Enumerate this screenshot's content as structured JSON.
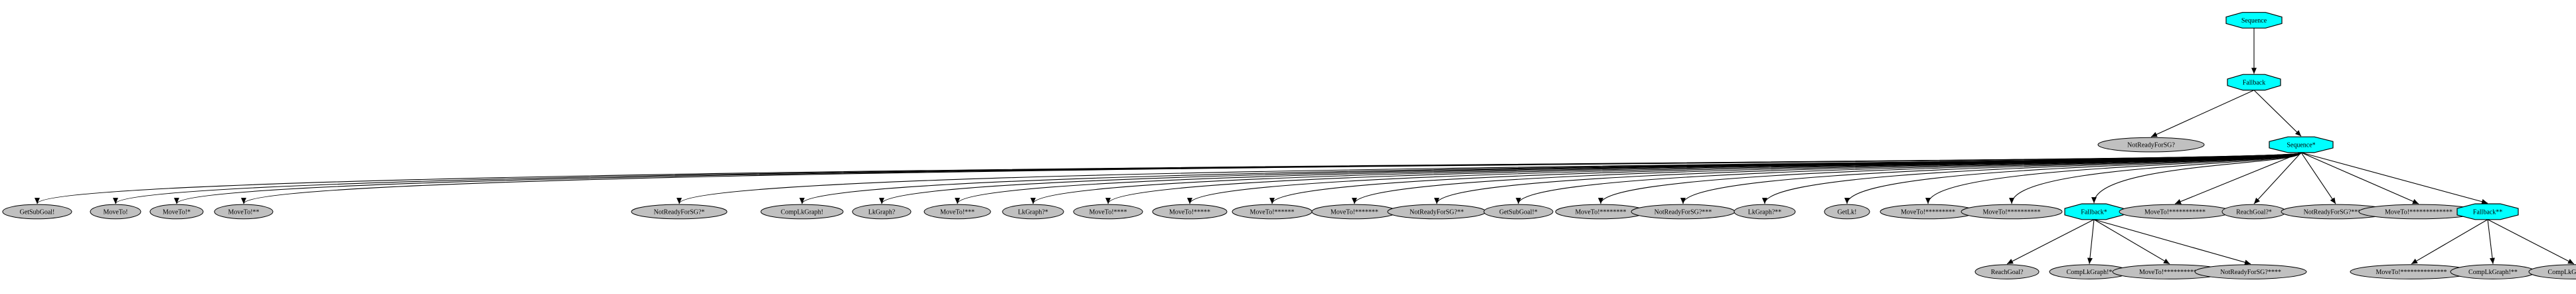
{
  "colors": {
    "control": "#00ffff",
    "leaf": "#c0c0c0",
    "stroke": "#000000",
    "background": "#ffffff"
  },
  "nodes": [
    {
      "id": "n0",
      "label": "Sequence",
      "kind": "control"
    },
    {
      "id": "n1",
      "label": "Fallback",
      "kind": "control"
    },
    {
      "id": "n2",
      "label": "NotReadyForSG?",
      "kind": "leaf"
    },
    {
      "id": "n3",
      "label": "Sequence*",
      "kind": "control"
    },
    {
      "id": "l0",
      "label": "GetSubGoal!",
      "kind": "leaf"
    },
    {
      "id": "l1",
      "label": "MoveTo!",
      "kind": "leaf"
    },
    {
      "id": "l2",
      "label": "MoveTo!*",
      "kind": "leaf"
    },
    {
      "id": "l3",
      "label": "MoveTo!**",
      "kind": "leaf"
    },
    {
      "id": "l4",
      "label": "NotReadyForSG?*",
      "kind": "leaf"
    },
    {
      "id": "l5",
      "label": "CompLkGraph!",
      "kind": "leaf"
    },
    {
      "id": "l6",
      "label": "LkGraph?",
      "kind": "leaf"
    },
    {
      "id": "l7",
      "label": "MoveTo!***",
      "kind": "leaf"
    },
    {
      "id": "l8",
      "label": "LkGraph?*",
      "kind": "leaf"
    },
    {
      "id": "l9",
      "label": "MoveTo!****",
      "kind": "leaf"
    },
    {
      "id": "l10",
      "label": "MoveTo!*****",
      "kind": "leaf"
    },
    {
      "id": "l11",
      "label": "MoveTo!******",
      "kind": "leaf"
    },
    {
      "id": "l12",
      "label": "MoveTo!*******",
      "kind": "leaf"
    },
    {
      "id": "l13",
      "label": "NotReadyForSG?**",
      "kind": "leaf"
    },
    {
      "id": "l14",
      "label": "GetSubGoal!*",
      "kind": "leaf"
    },
    {
      "id": "l15",
      "label": "MoveTo!********",
      "kind": "leaf"
    },
    {
      "id": "l16",
      "label": "NotReadyForSG?***",
      "kind": "leaf"
    },
    {
      "id": "l17",
      "label": "LkGraph?**",
      "kind": "leaf"
    },
    {
      "id": "l18",
      "label": "GetLk!",
      "kind": "leaf"
    },
    {
      "id": "l19",
      "label": "MoveTo!*********",
      "kind": "leaf"
    },
    {
      "id": "l20",
      "label": "MoveTo!**********",
      "kind": "leaf"
    },
    {
      "id": "f1",
      "label": "Fallback*",
      "kind": "control"
    },
    {
      "id": "l21",
      "label": "MoveTo!***********",
      "kind": "leaf"
    },
    {
      "id": "l22",
      "label": "ReachGoal?*",
      "kind": "leaf"
    },
    {
      "id": "l23",
      "label": "NotReadyForSG?*****",
      "kind": "leaf"
    },
    {
      "id": "l24",
      "label": "MoveTo!*************",
      "kind": "leaf"
    },
    {
      "id": "f2",
      "label": "Fallback**",
      "kind": "control"
    },
    {
      "id": "a0",
      "label": "ReachGoal?",
      "kind": "leaf"
    },
    {
      "id": "a1",
      "label": "CompLkGraph!*",
      "kind": "leaf"
    },
    {
      "id": "a2",
      "label": "MoveTo!***********",
      "kind": "leaf"
    },
    {
      "id": "a3",
      "label": "NotReadyForSG?****",
      "kind": "leaf"
    },
    {
      "id": "b0",
      "label": "MoveTo!**************",
      "kind": "leaf"
    },
    {
      "id": "b1",
      "label": "CompLkGraph!**",
      "kind": "leaf"
    },
    {
      "id": "b2",
      "label": "CompLkGraph!***",
      "kind": "leaf"
    }
  ],
  "edges": [
    [
      "n0",
      "n1"
    ],
    [
      "n1",
      "n2"
    ],
    [
      "n1",
      "n3"
    ],
    [
      "n3",
      "l0"
    ],
    [
      "n3",
      "l1"
    ],
    [
      "n3",
      "l2"
    ],
    [
      "n3",
      "l3"
    ],
    [
      "n3",
      "l4"
    ],
    [
      "n3",
      "l5"
    ],
    [
      "n3",
      "l6"
    ],
    [
      "n3",
      "l7"
    ],
    [
      "n3",
      "l8"
    ],
    [
      "n3",
      "l9"
    ],
    [
      "n3",
      "l10"
    ],
    [
      "n3",
      "l11"
    ],
    [
      "n3",
      "l12"
    ],
    [
      "n3",
      "l13"
    ],
    [
      "n3",
      "l14"
    ],
    [
      "n3",
      "l15"
    ],
    [
      "n3",
      "l16"
    ],
    [
      "n3",
      "l17"
    ],
    [
      "n3",
      "l18"
    ],
    [
      "n3",
      "l19"
    ],
    [
      "n3",
      "l20"
    ],
    [
      "n3",
      "f1"
    ],
    [
      "n3",
      "l21"
    ],
    [
      "n3",
      "l22"
    ],
    [
      "n3",
      "l23"
    ],
    [
      "n3",
      "l24"
    ],
    [
      "n3",
      "f2"
    ],
    [
      "f1",
      "a0"
    ],
    [
      "f1",
      "a1"
    ],
    [
      "f1",
      "a2"
    ],
    [
      "f1",
      "a3"
    ],
    [
      "f2",
      "b0"
    ],
    [
      "f2",
      "b1"
    ],
    [
      "f2",
      "b2"
    ]
  ]
}
